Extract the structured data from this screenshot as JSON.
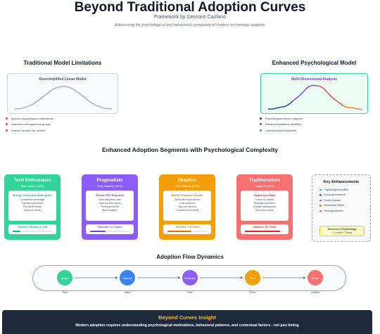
{
  "header": {
    "title": "Beyond Traditional Adoption Curves",
    "subtitle": "Framework by Gennaro Cuofano",
    "tagline": "Addressing the psychological and behavioral complexity of modern technology adoption"
  },
  "traditional": {
    "section_title": "Traditional Model Limitations",
    "box_title": "Oversimplified Linear Model",
    "limitations": [
      "Ignores psychological motivations",
      "Assumes homogeneous groups",
      "Doesn't account for context"
    ],
    "curve_color": "#9ca3af",
    "bullet_color": "#ef4444"
  },
  "enhanced_model": {
    "section_title": "Enhanced Psychological Model",
    "box_title": "Multi-Dimensional Analysis",
    "features": [
      "Psychological drivers mapped",
      "Behavioral patterns identified",
      "Context-aware segments"
    ],
    "bullet_colors": [
      "#1e3a8a",
      "#7c3aed",
      "#3b82f6"
    ],
    "curve_colors": [
      "#1e3a8a",
      "#7c3aed",
      "#ef4444",
      "#f97316"
    ]
  },
  "segments_title": "Enhanced Adoption Segments with Psychological Complexity",
  "segments": [
    {
      "name": "Tech Enthusiasts",
      "subtitle": "Risk-Takers (16%)",
      "color": "#34d399",
      "inner_title": "Bridge Consumer-Enterprise",
      "points": [
        "Competitive advantage",
        "Tolerate imperfection",
        "Provide feedback",
        "Influence others"
      ],
      "timeline": "Timeline: Months-1 Year",
      "timeline_color": "#10b981",
      "timeline_progress": 0.2
    },
    {
      "name": "Pragmatists",
      "subtitle": "Early Majority (34%)",
      "color": "#8b5cf6",
      "inner_title": "Proven ROI Required",
      "points": [
        "Clear integration path",
        "Case success stories",
        "Pilot projects first",
        "Risk mitigation"
      ],
      "timeline": "Timeline: 1-2 Years",
      "timeline_color": "#7c3aed",
      "timeline_progress": 0.4
    },
    {
      "name": "Skeptics",
      "subtitle": "Late Majority (34%)",
      "color": "#f59e0b",
      "inner_title": "Market Pressure Driven",
      "points": [
        "Overwhelming evidence",
        "Cost concerns",
        "High risk aversion",
        "Competitive necessity"
      ],
      "timeline": "Timeline: 2-5 Years",
      "timeline_color": "#d97706",
      "timeline_progress": 0.6
    },
    {
      "name": "Traditionalists",
      "subtitle": "Laggards (16%)",
      "color": "#f87171",
      "inner_title": "Status Quo Bias",
      "points": [
        "Forced by market",
        "Regulatory pressure",
        "Change management",
        "May never adopt"
      ],
      "timeline": "Timeline: 5+ Years",
      "timeline_color": "#dc2626",
      "timeline_progress": 0.9
    }
  ],
  "key_enhancements": {
    "title": "Key Enhancements",
    "items": [
      "Psychological profiles",
      "Cross-generational",
      "Context-aware",
      "Behavioral drivers",
      "Risk assessment"
    ],
    "item_colors": [
      "#10b981",
      "#3b82f6",
      "#8b5cf6",
      "#f97316",
      "#ef4444"
    ],
    "success_line1": "Success = Psychology",
    "success_line2": "+ Context + Timing"
  },
  "flow": {
    "title": "Adoption Flow Dynamics",
    "nodes": [
      {
        "label": "Aware",
        "caption": "Trust",
        "color": "#34d399"
      },
      {
        "label": "Interest",
        "caption": "Value",
        "color": "#3b82f6"
      },
      {
        "label": "Evaluate",
        "caption": "Risk",
        "color": "#8b5cf6"
      },
      {
        "label": "Trial",
        "caption": "Proof",
        "color": "#f59e0b"
      },
      {
        "label": "Adopt",
        "caption": "Commit",
        "color": "#f87171"
      }
    ]
  },
  "insight": {
    "title": "Beyond Curves Insight",
    "text": "Modern adoption requires understanding psychological motivations, behavioral patterns, and contextual factors - not just timing"
  }
}
